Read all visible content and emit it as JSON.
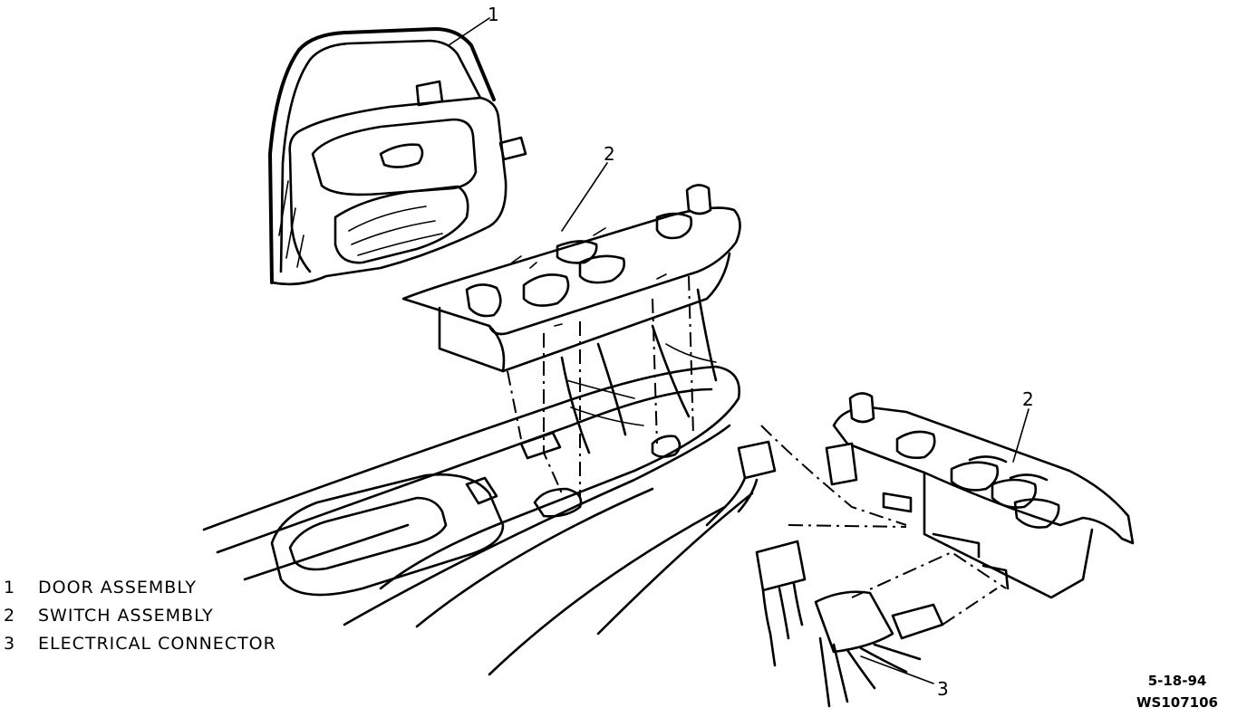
{
  "callouts": [
    {
      "number": "1"
    },
    {
      "number": "2"
    },
    {
      "number": "2"
    },
    {
      "number": "3"
    }
  ],
  "legend": [
    {
      "number": "1",
      "label": "DOOR ASSEMBLY"
    },
    {
      "number": "2",
      "label": "SWITCH ASSEMBLY"
    },
    {
      "number": "3",
      "label": "ELECTRICAL CONNECTOR"
    }
  ],
  "stamp": {
    "date": "5-18-94",
    "code": "WS107106"
  }
}
